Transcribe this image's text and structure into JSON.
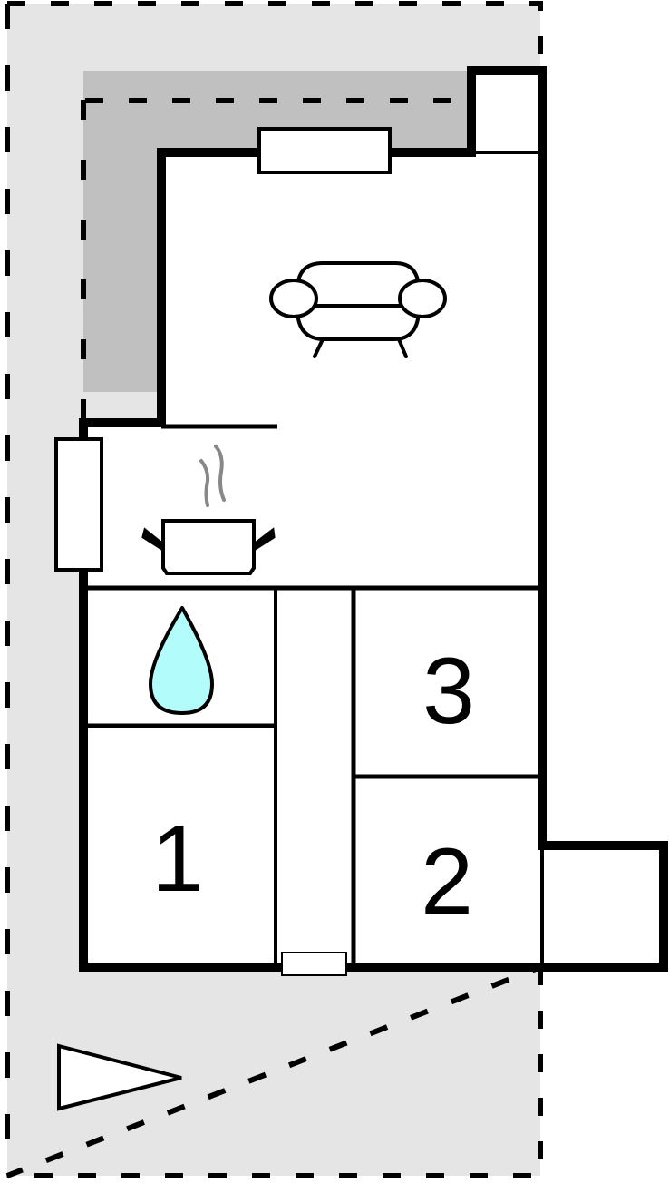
{
  "floorplan": {
    "rooms": [
      {
        "id": "bedroom-1",
        "label": "1"
      },
      {
        "id": "bedroom-2",
        "label": "2"
      },
      {
        "id": "bedroom-3",
        "label": "3"
      }
    ],
    "icons": [
      {
        "name": "sofa-icon",
        "room": "living-room"
      },
      {
        "name": "cooking-pot-icon",
        "room": "kitchen"
      },
      {
        "name": "water-drop-icon",
        "room": "bathroom"
      },
      {
        "name": "north-arrow-icon",
        "area": "terrace"
      }
    ],
    "colors": {
      "wall": "#000000",
      "terrace": "#e5e5e5",
      "covered_terrace": "#c0c0c0",
      "water": "#b2fcfc",
      "steam": "#888888",
      "floor": "#ffffff"
    }
  }
}
